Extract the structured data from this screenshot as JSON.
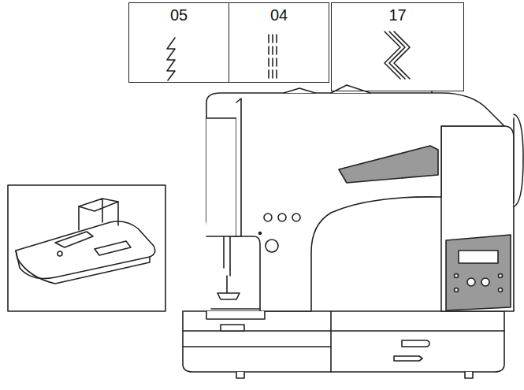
{
  "diagram": {
    "nodes": [
      {
        "text": [
          "05"
        ]
      },
      {
        "text": [
          "04"
        ]
      },
      {
        "text": [
          "17"
        ]
      }
    ]
  }
}
